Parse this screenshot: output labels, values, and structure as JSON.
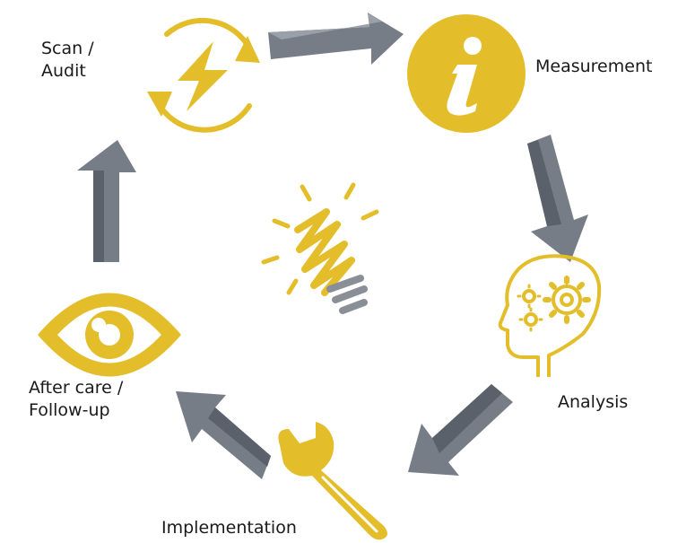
{
  "cycle": {
    "steps": [
      {
        "id": "scan-audit",
        "label_lines": [
          "Scan /",
          "Audit"
        ],
        "icon": "lightning-refresh-icon"
      },
      {
        "id": "measurement",
        "label_lines": [
          "Measurement"
        ],
        "icon": "info-icon"
      },
      {
        "id": "analysis",
        "label_lines": [
          "Analysis"
        ],
        "icon": "head-gears-icon"
      },
      {
        "id": "implementation",
        "label_lines": [
          "Implementation"
        ],
        "icon": "wrench-icon"
      },
      {
        "id": "after-care",
        "label_lines": [
          "After care /",
          "Follow-up"
        ],
        "icon": "eye-icon"
      }
    ],
    "center_icon": "lightbulb-icon"
  },
  "colors": {
    "accent": "#E3BD2A",
    "arrow": "#777D86",
    "arrow_dark": "#5B616A",
    "text": "#1A1A1A"
  }
}
